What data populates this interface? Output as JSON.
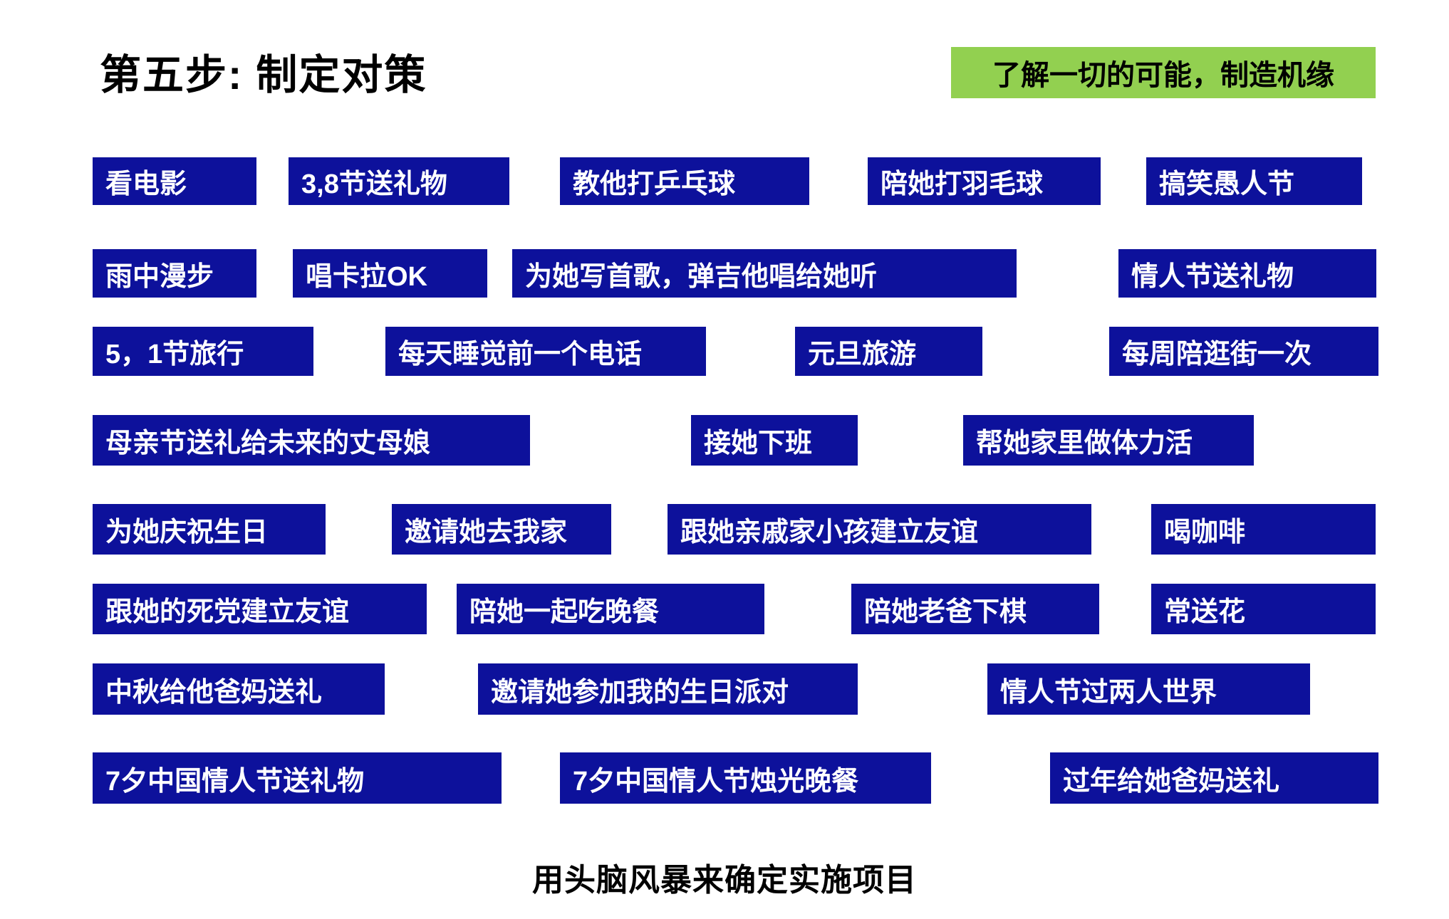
{
  "slide": {
    "title": "第五步: 制定对策",
    "badge": "了解一切的可能，制造机缘",
    "caption": "用头脑风暴来确定实施项目",
    "colors": {
      "box_bg": "#0d119b",
      "box_text": "#ffffff",
      "badge_bg": "#92d050",
      "badge_text": "#000000",
      "title_text": "#000000",
      "page_bg": "#ffffff"
    }
  },
  "rows": [
    {
      "items": [
        {
          "label": "看电影"
        },
        {
          "label": "3,8节送礼物"
        },
        {
          "label": "教他打乒乓球"
        },
        {
          "label": "陪她打羽毛球"
        },
        {
          "label": "搞笑愚人节"
        }
      ]
    },
    {
      "items": [
        {
          "label": "雨中漫步"
        },
        {
          "label": "唱卡拉OK"
        },
        {
          "label": "为她写首歌，弹吉他唱给她听"
        },
        {
          "label": "情人节送礼物"
        }
      ]
    },
    {
      "items": [
        {
          "label": "5，1节旅行"
        },
        {
          "label": "每天睡觉前一个电话"
        },
        {
          "label": "元旦旅游"
        },
        {
          "label": "每周陪逛街一次"
        }
      ]
    },
    {
      "items": [
        {
          "label": "母亲节送礼给未来的丈母娘"
        },
        {
          "label": "接她下班"
        },
        {
          "label": "帮她家里做体力活"
        }
      ]
    },
    {
      "items": [
        {
          "label": "为她庆祝生日"
        },
        {
          "label": "邀请她去我家"
        },
        {
          "label": "跟她亲戚家小孩建立友谊"
        },
        {
          "label": "喝咖啡"
        }
      ]
    },
    {
      "items": [
        {
          "label": "跟她的死党建立友谊"
        },
        {
          "label": "陪她一起吃晚餐"
        },
        {
          "label": "陪她老爸下棋"
        },
        {
          "label": "常送花"
        }
      ]
    },
    {
      "items": [
        {
          "label": "中秋给他爸妈送礼"
        },
        {
          "label": "邀请她参加我的生日派对"
        },
        {
          "label": "情人节过两人世界"
        }
      ]
    },
    {
      "items": [
        {
          "label": "7夕中国情人节送礼物"
        },
        {
          "label": "7夕中国情人节烛光晚餐"
        },
        {
          "label": "过年给她爸妈送礼"
        }
      ]
    }
  ]
}
